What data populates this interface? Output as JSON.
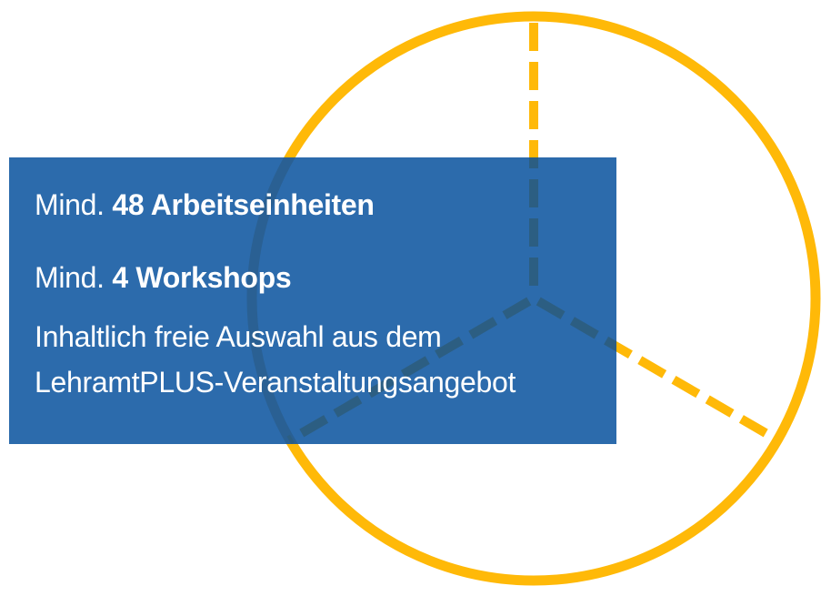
{
  "colors": {
    "background": "#FFFFFF",
    "circle_yellow": "#FFB908",
    "box_blue": "#2C6BAC",
    "arc_in_box": "#2A6093",
    "spokes_in_box": "#2C5E82",
    "text": "#FFFFFF"
  },
  "box": {
    "line1": {
      "normal": "Mind. ",
      "bold": "48 Arbeitseinheiten"
    },
    "line2": {
      "normal": "Mind. ",
      "bold": "4 Workshops"
    },
    "line3": "Inhaltlich freie Auswahl aus dem",
    "line4": "LehramtPLUS-Veranstaltungsangebot"
  }
}
